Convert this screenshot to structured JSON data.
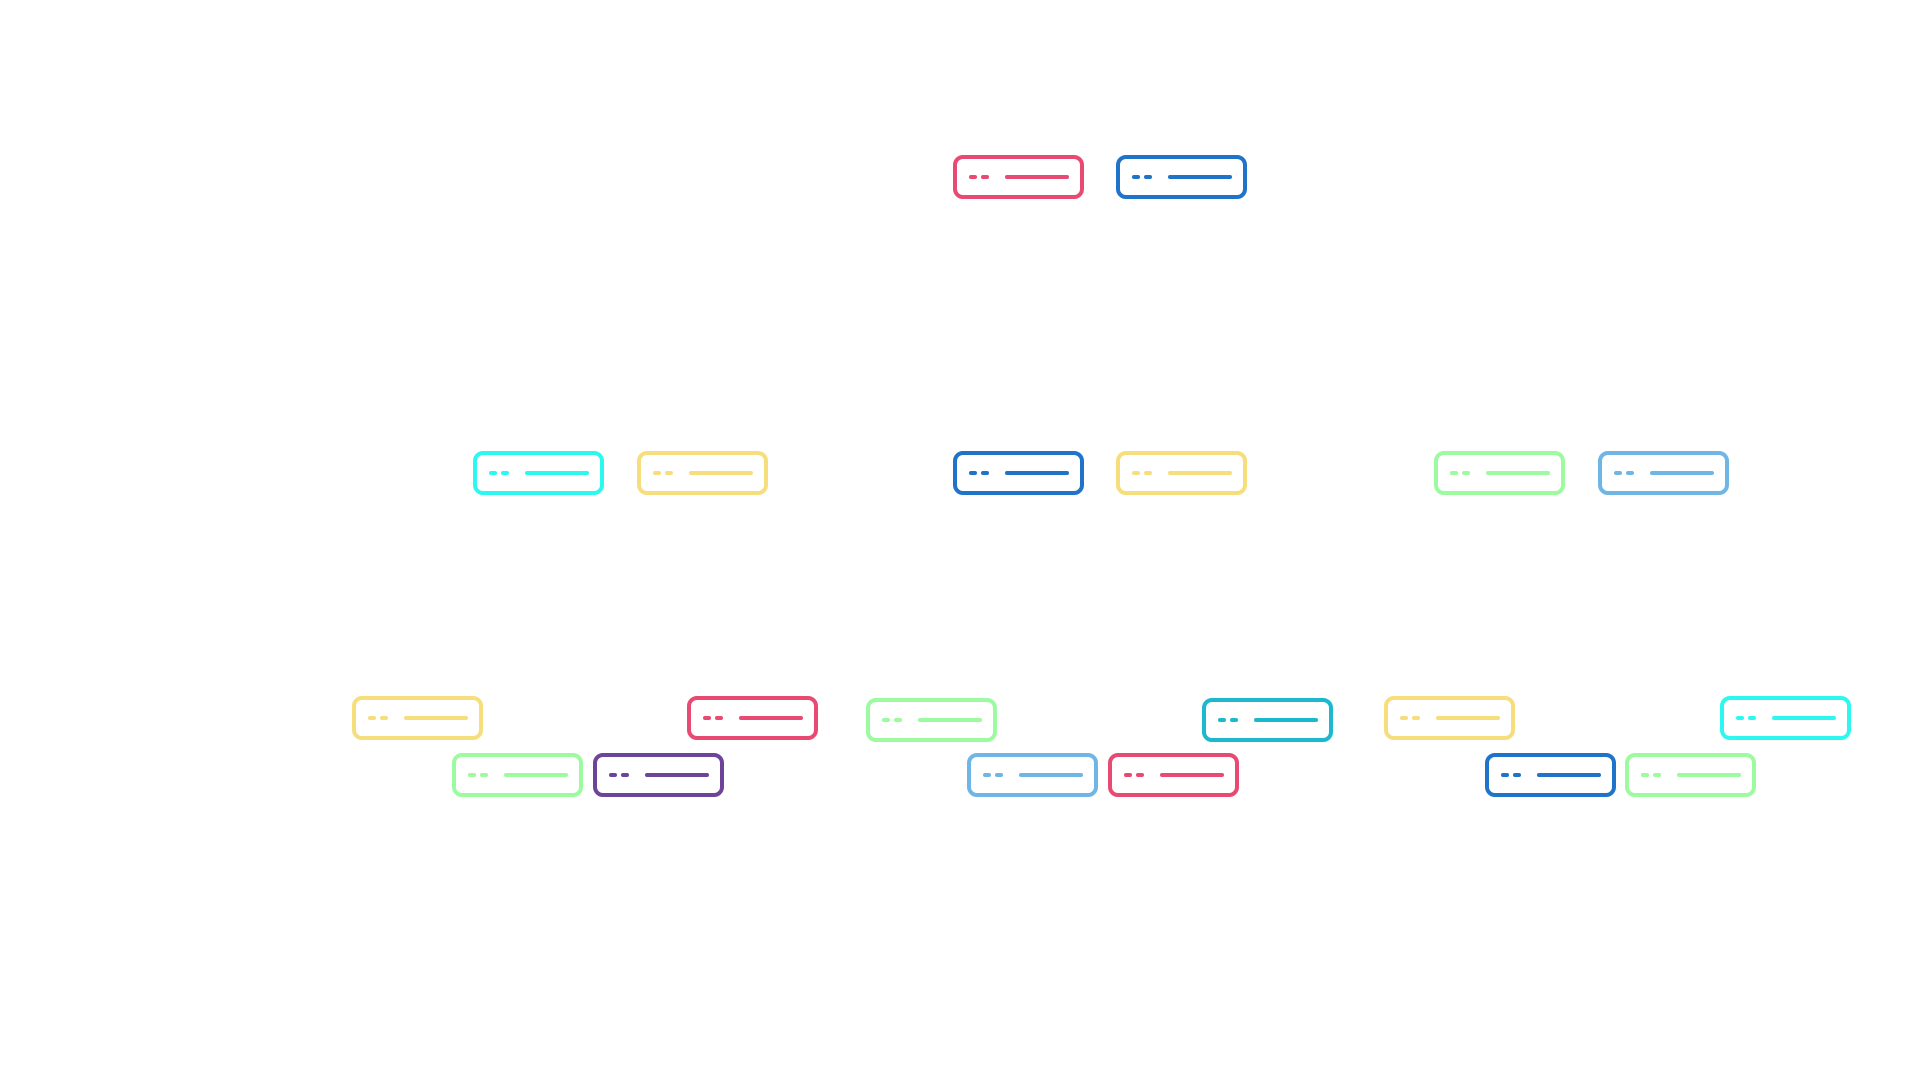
{
  "diagram": {
    "palette": {
      "pink": "#E84A72",
      "blue": "#1F73C9",
      "cyan": "#2EF7F2",
      "yellow": "#F7DE7C",
      "green": "#9DFB9F",
      "lightblue": "#6FB6E6",
      "purple": "#6C449A",
      "teal": "#1CB9CE"
    },
    "tiers": [
      {
        "name": "tier-1",
        "pairs": [
          {
            "name": "root-pair",
            "cards": [
              "pink",
              "blue"
            ]
          }
        ]
      },
      {
        "name": "tier-2",
        "pairs": [
          {
            "name": "left-pair",
            "cards": [
              "cyan",
              "yellow"
            ]
          },
          {
            "name": "center-pair",
            "cards": [
              "blue",
              "yellow"
            ]
          },
          {
            "name": "right-pair",
            "cards": [
              "green",
              "lightblue"
            ]
          }
        ]
      },
      {
        "name": "tier-3",
        "groups": [
          {
            "name": "left-group",
            "upper": [
              "yellow",
              "pink"
            ],
            "lower": [
              "green",
              "purple"
            ]
          },
          {
            "name": "center-group",
            "upper": [
              "green",
              "teal"
            ],
            "lower": [
              "lightblue",
              "pink"
            ]
          },
          {
            "name": "right-group",
            "upper": [
              "yellow",
              "cyan"
            ],
            "lower": [
              "blue",
              "green"
            ]
          }
        ]
      }
    ]
  }
}
